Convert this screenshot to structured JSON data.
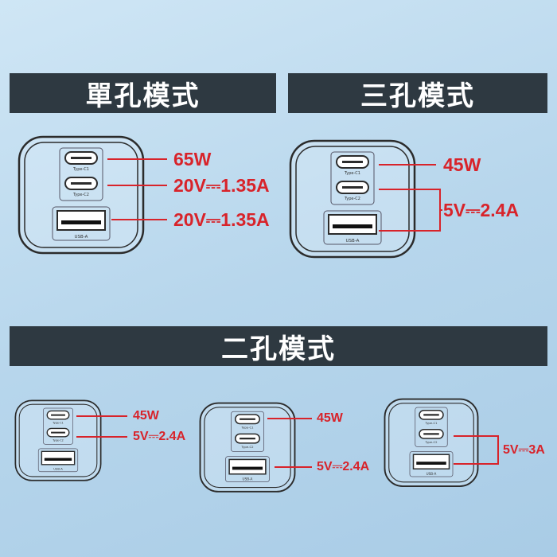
{
  "sections": {
    "single": {
      "title": "單孔模式",
      "labels": [
        "65W",
        "20V⎓1.35A",
        "20V⎓1.35A"
      ]
    },
    "triple": {
      "title": "三孔模式",
      "labels": [
        "45W",
        "5V⎓2.4A"
      ]
    },
    "dual": {
      "title": "二孔模式",
      "configs": [
        {
          "labels": [
            "45W",
            "5V⎓2.4A"
          ]
        },
        {
          "labels": [
            "45W",
            "5V⎓2.4A"
          ]
        },
        {
          "labels": [
            "5V⎓3A"
          ]
        }
      ]
    }
  },
  "ports": {
    "c1": "Type-C1",
    "c2": "Type-C2",
    "a": "USB-A"
  },
  "colors": {
    "accent": "#d8232a",
    "banner": "#2e3941"
  }
}
